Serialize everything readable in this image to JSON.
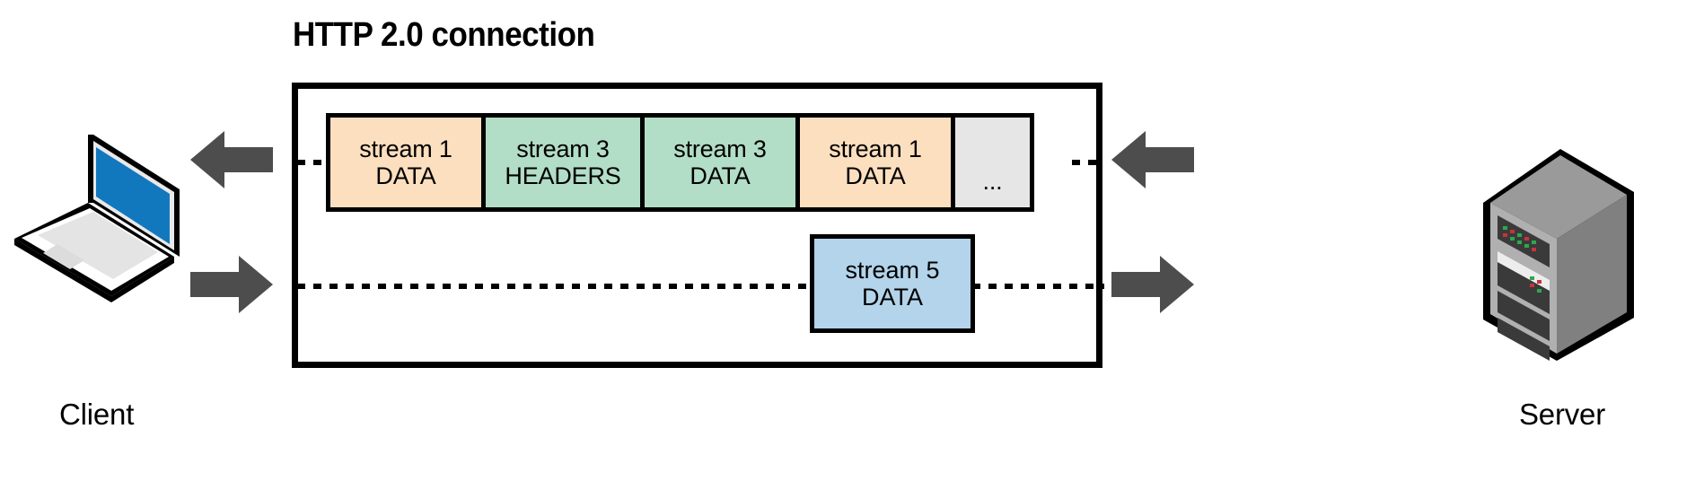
{
  "title": "HTTP 2.0 connection",
  "colors": {
    "orange": "#FBDFBF",
    "green": "#B2DDC6",
    "blue": "#B3D4EA",
    "gray": "#E6E6E6",
    "stroke": "#000000",
    "arrow": "#4D4D4D",
    "laptop_screen": "#1278BE",
    "server_body": "#808080"
  },
  "endpoints": {
    "client": {
      "label": "Client",
      "icon": "laptop-icon"
    },
    "server": {
      "label": "Server",
      "icon": "server-icon"
    }
  },
  "arrows": [
    {
      "name": "client-inbound-arrow",
      "direction": "left"
    },
    {
      "name": "client-outbound-arrow",
      "direction": "right"
    },
    {
      "name": "server-inbound-arrow",
      "direction": "left"
    },
    {
      "name": "server-outbound-arrow",
      "direction": "right"
    }
  ],
  "downstream": {
    "frames": [
      {
        "stream": "stream 1",
        "type": "DATA",
        "color": "#FBDFBF",
        "width": 178
      },
      {
        "stream": "stream 3",
        "type": "HEADERS",
        "color": "#B2DDC6",
        "width": 182
      },
      {
        "stream": "stream 3",
        "type": "DATA",
        "color": "#B2DDC6",
        "width": 178
      },
      {
        "stream": "stream 1",
        "type": "DATA",
        "color": "#FBDFBF",
        "width": 178
      },
      {
        "stream": "...",
        "type": "",
        "color": "#E6E6E6",
        "width": 93
      }
    ]
  },
  "upstream": {
    "frame": {
      "stream": "stream 5",
      "type": "DATA",
      "color": "#B3D4EA"
    }
  }
}
